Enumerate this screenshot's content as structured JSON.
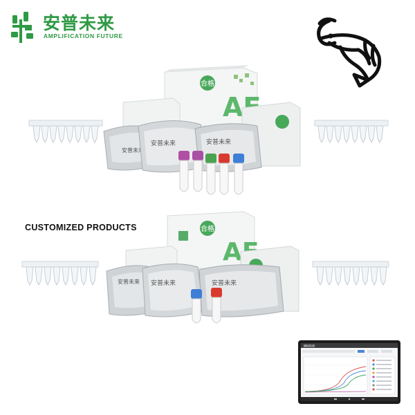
{
  "brand": {
    "name_cn": "安普未来",
    "name_en": "AMPLIFICATION FUTURE",
    "color": "#2f9a45"
  },
  "section": {
    "heading": "CUSTOMIZED PRODUCTS"
  },
  "product_box": {
    "stamp": "合格",
    "monogram": "AF",
    "pouch_brand": "安普未来"
  },
  "icons": [
    "shrimp-icon",
    "brand-logo-icon"
  ],
  "tablet": {
    "title": "模拟检测"
  }
}
